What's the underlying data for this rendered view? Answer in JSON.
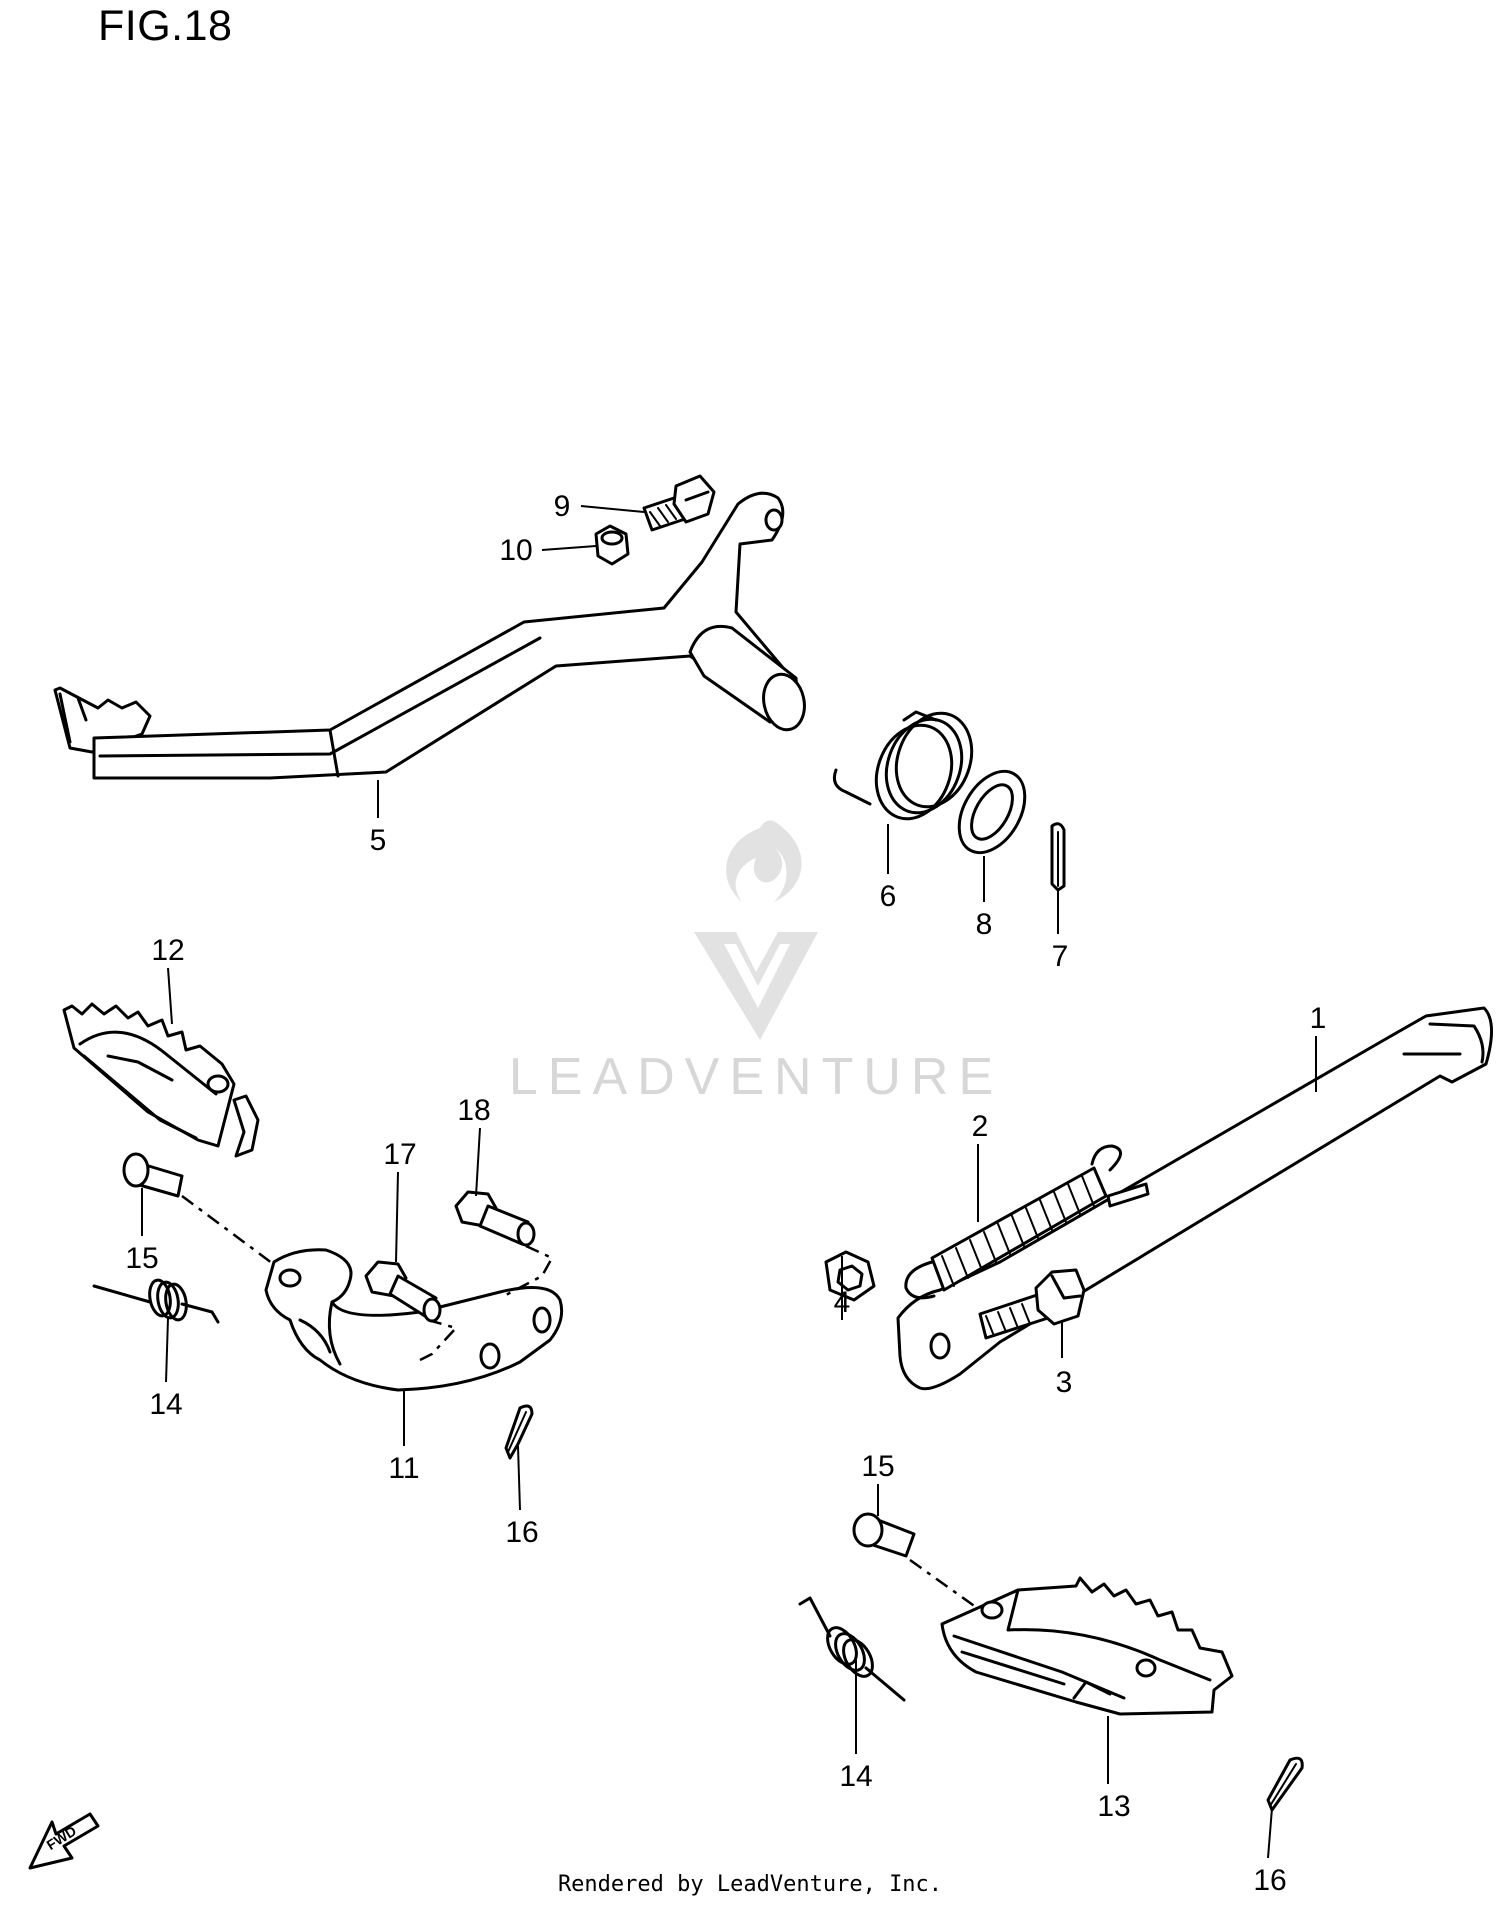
{
  "figure": {
    "title": "FIG.18"
  },
  "callouts": {
    "c1": "1",
    "c2": "2",
    "c3": "3",
    "c4": "4",
    "c5": "5",
    "c6": "6",
    "c7": "7",
    "c8": "8",
    "c9": "9",
    "c10": "10",
    "c11": "11",
    "c12": "12",
    "c13": "13",
    "c14a": "14",
    "c14b": "14",
    "c15a": "15",
    "c15b": "15",
    "c16a": "16",
    "c16b": "16",
    "c17": "17",
    "c18": "18"
  },
  "fwd_label": "FWD",
  "watermark": {
    "text": "LEADVENTURE"
  },
  "footer": {
    "text": "Rendered by LeadVenture, Inc."
  }
}
